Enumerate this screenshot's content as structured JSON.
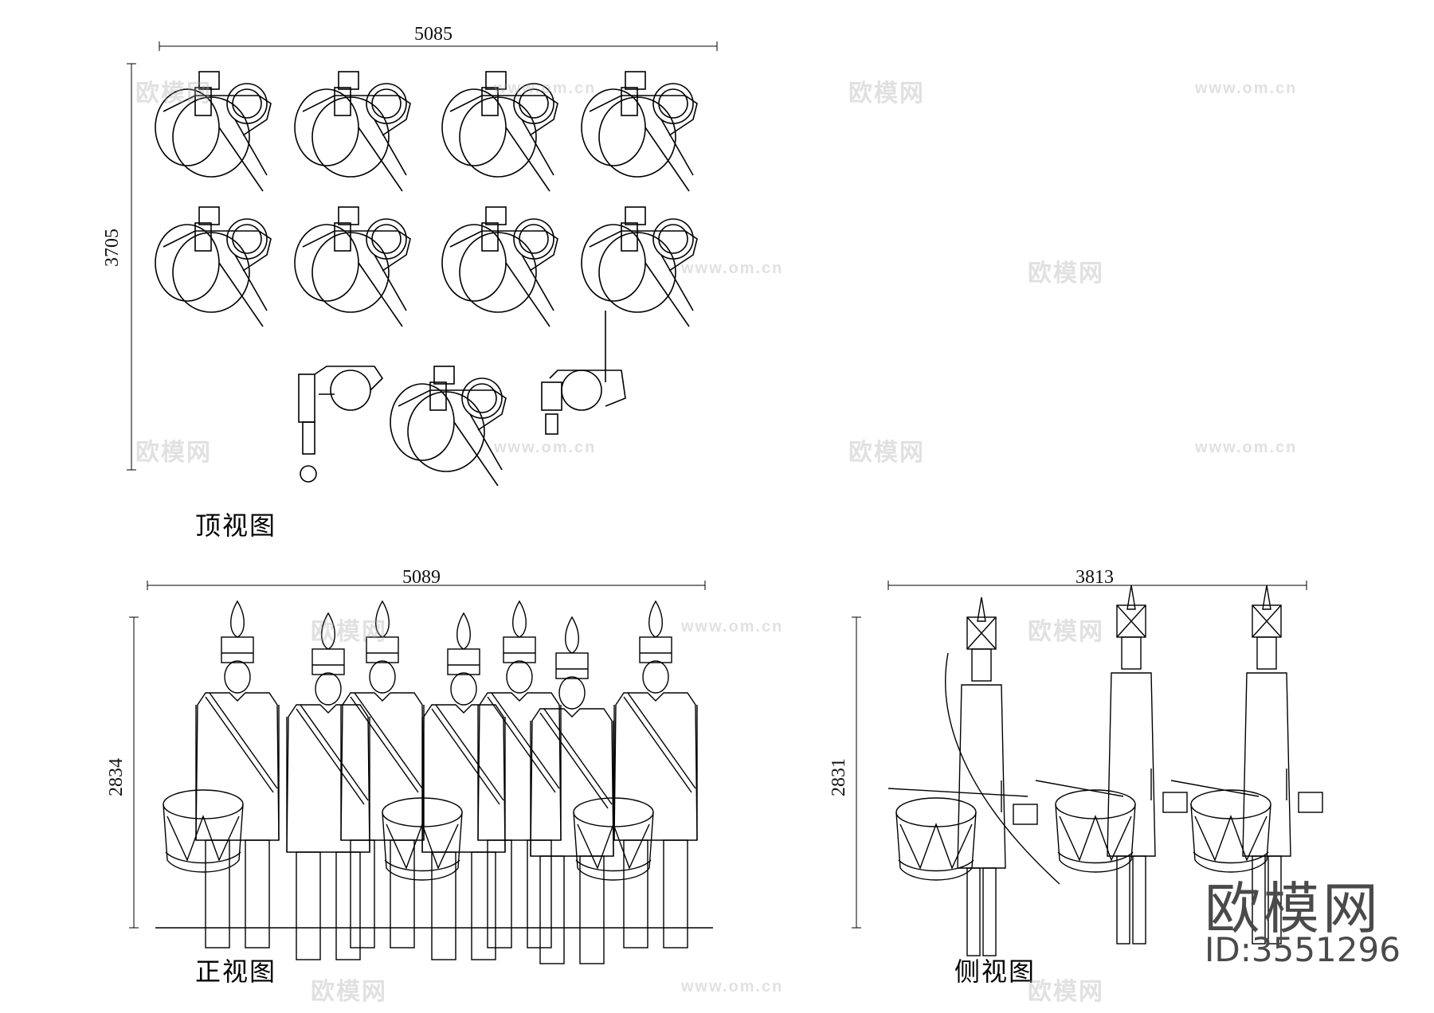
{
  "top_view": {
    "width_dim": "5085",
    "height_dim": "3705",
    "title": "顶视图"
  },
  "front_view": {
    "width_dim": "5089",
    "height_dim": "2834",
    "title": "正视图"
  },
  "side_view": {
    "width_dim": "3813",
    "height_dim": "2831",
    "title": "侧视图"
  },
  "watermark": {
    "name": "欧模网",
    "url": "www.om.cn"
  },
  "brand": {
    "name": "欧模网",
    "id": "ID:3551296"
  }
}
